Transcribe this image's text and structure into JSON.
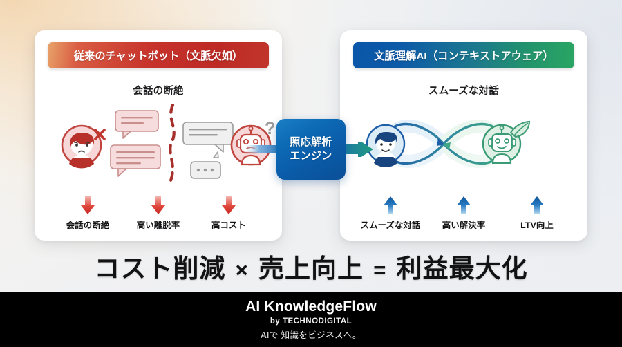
{
  "background": {
    "warm_accent": "#f4d6b0",
    "cool_accent": "#e2e7ee",
    "base": "#f2f3f4"
  },
  "left_card": {
    "header": "従来のチャットボット（文脈欠如）",
    "header_gradient_from": "#e8a46a",
    "header_gradient_to": "#c1352c",
    "subtitle": "会話の断絶",
    "accent_color": "#c7342c",
    "illustration": {
      "person_icon": "confused-person-avatar",
      "person_badge": "x-mark",
      "robot_icon": "sad-robot-avatar",
      "robot_badge": "question-mark",
      "divider": "red-dashed-break-line",
      "bubbles": [
        {
          "side": "left",
          "tone": "pink",
          "lines": 2
        },
        {
          "side": "left",
          "tone": "pink",
          "lines": 3
        },
        {
          "side": "right",
          "tone": "gray",
          "lines": 3
        },
        {
          "side": "right",
          "tone": "gray",
          "lines": 0,
          "dots": 3
        }
      ]
    },
    "metrics": [
      {
        "label": "会話の断絶",
        "direction": "down",
        "color": "#d32a22"
      },
      {
        "label": "高い離脱率",
        "direction": "down",
        "color": "#d32a22"
      },
      {
        "label": "高コスト",
        "direction": "down",
        "color": "#d32a22"
      }
    ]
  },
  "right_card": {
    "header": "文脈理解AI（コンテキストアウェア）",
    "header_gradient_from": "#0a56a8",
    "header_gradient_to": "#2aa563",
    "subtitle": "スムーズな対話",
    "accent_color": "#1b6fc0",
    "illustration": {
      "person_icon": "smiling-person-avatar",
      "robot_icon": "happy-robot-avatar",
      "robot_badge": "leaf",
      "loop": "infinity-loop",
      "loop_left_color": "#1f5fa8",
      "loop_right_color": "#3fa884"
    },
    "metrics": [
      {
        "label": "スムーズな対話",
        "direction": "up",
        "color": "#1766b5"
      },
      {
        "label": "高い解決率",
        "direction": "up",
        "color": "#1766b5"
      },
      {
        "label": "LTV向上",
        "direction": "up",
        "color": "#1766b5"
      }
    ]
  },
  "engine": {
    "line1": "照応解析",
    "line2": "エンジン",
    "box_color": "#0a5ba8",
    "arrow_color": "#1f8f8a"
  },
  "tagline": {
    "part1": "コスト削減",
    "operator1": "×",
    "part2": "売上向上",
    "operator2": "=",
    "part3": "利益最大化"
  },
  "footer": {
    "brand": "AI KnowledgeFlow",
    "byline": "by TECHNODIGITAL",
    "slogan": "AIで 知識をビジネスへ。",
    "background": "#000000"
  }
}
